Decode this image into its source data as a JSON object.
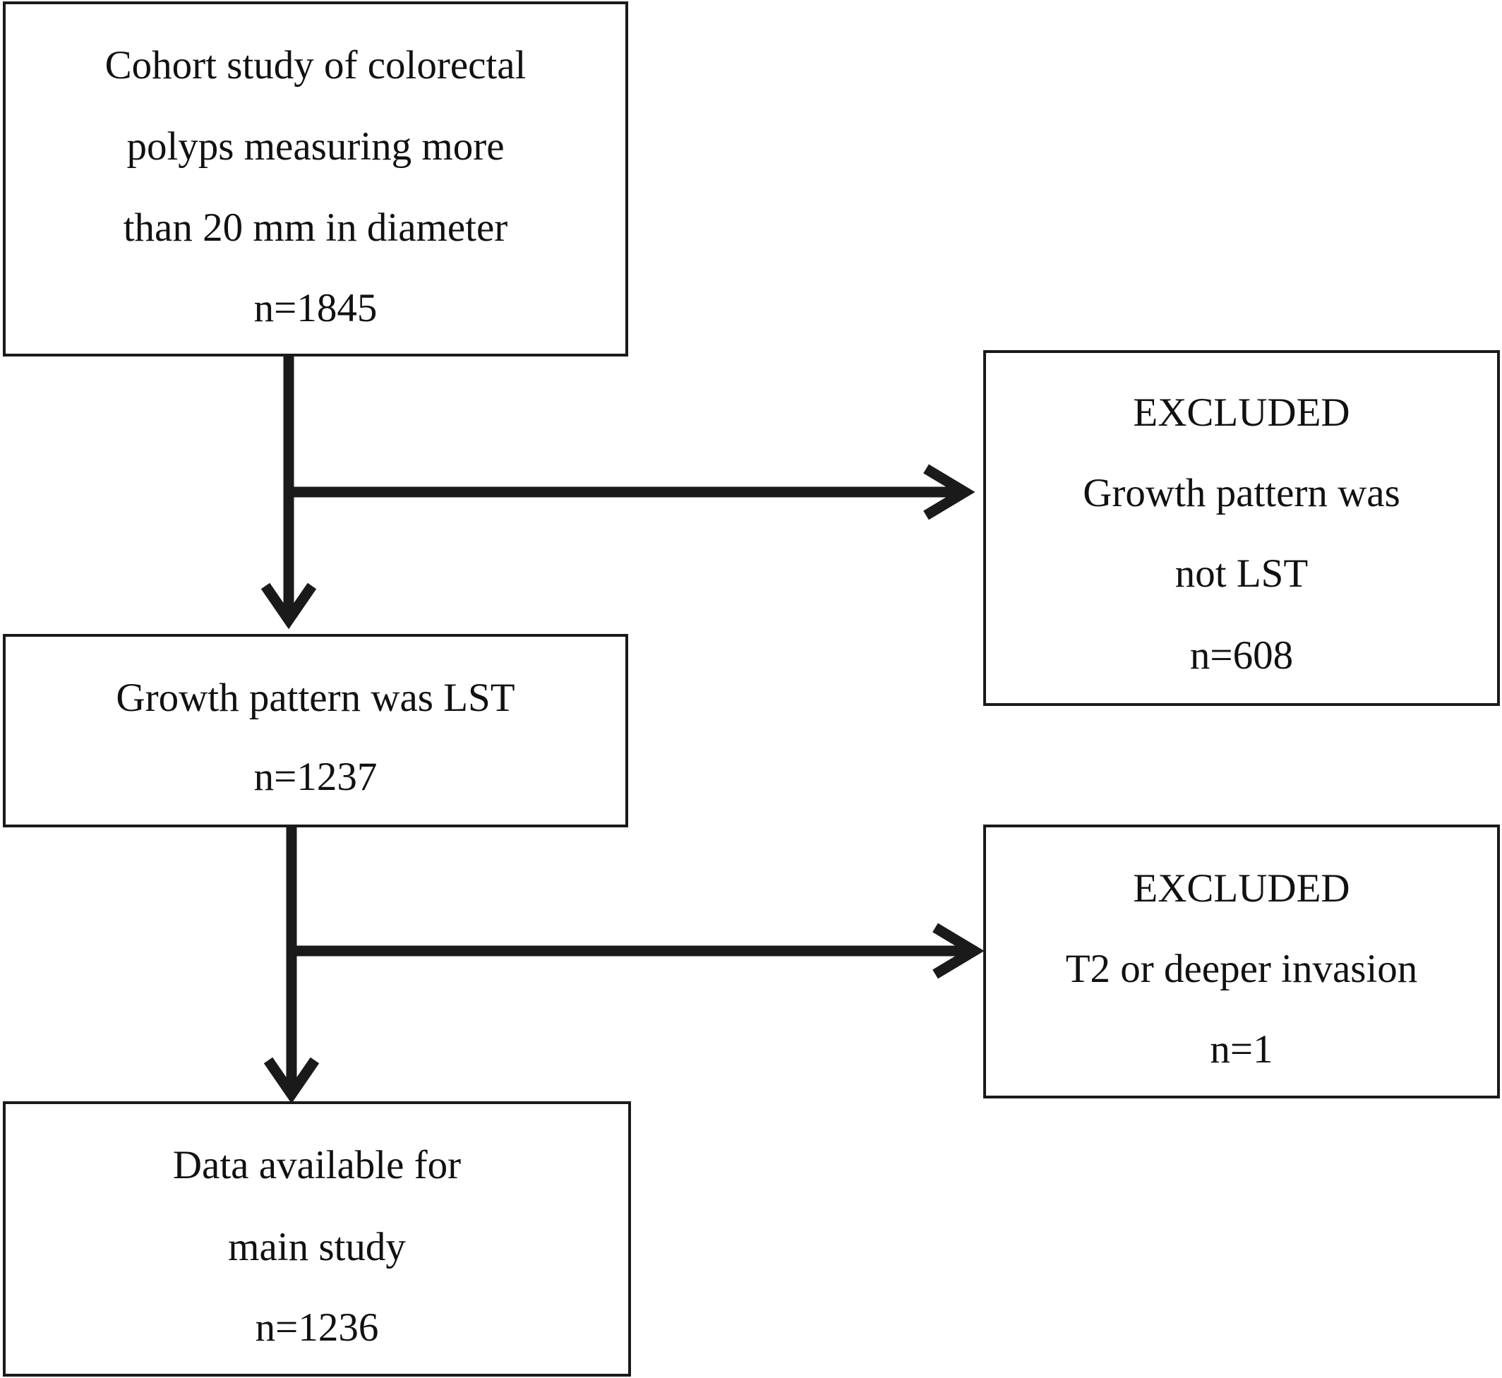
{
  "boxes": {
    "cohort": {
      "lines": [
        "Cohort study of colorectal",
        "polyps measuring more",
        "than 20 mm in diameter",
        "n=1845"
      ]
    },
    "excluded_growth": {
      "lines": [
        "EXCLUDED",
        "Growth pattern was",
        "not LST",
        "n=608"
      ]
    },
    "lst": {
      "lines": [
        "Growth pattern was LST",
        "n=1237"
      ]
    },
    "excluded_invasion": {
      "lines": [
        "EXCLUDED",
        "T2 or deeper invasion",
        "n=1"
      ]
    },
    "main": {
      "lines": [
        "Data available for",
        "main study",
        "n=1236"
      ]
    }
  },
  "colors": {
    "stroke": "#1a1a1a",
    "background": "#ffffff"
  }
}
